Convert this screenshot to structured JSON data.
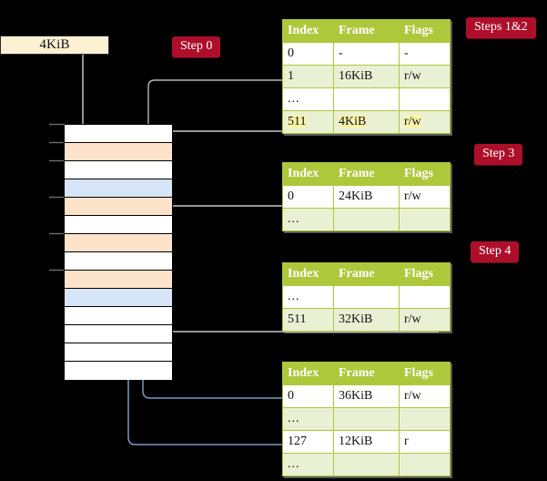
{
  "source_box": {
    "label": "4KiB"
  },
  "badges": [
    {
      "name": "step-0",
      "label": "Step 0"
    },
    {
      "name": "steps-1-2",
      "label": "Steps 1&2"
    },
    {
      "name": "step-3",
      "label": "Step 3"
    },
    {
      "name": "step-4",
      "label": "Step 4"
    }
  ],
  "colors": {
    "badge_bg": "#ad0f2b",
    "table_header_bg": "#aec83c",
    "table_row_tint": "#eaf0d4",
    "highlight": "#faf5aa",
    "memory_orange": "#fde3ca",
    "memory_blue": "#d6e5f7",
    "source_box_bg": "#fdf1d4",
    "wire_gray": "#b0b0b0",
    "wire_blue": "#8095c0",
    "background": "#000000"
  },
  "memory_column": {
    "name": "physical-memory-column",
    "rows": [
      {
        "fill": "white"
      },
      {
        "fill": "orange"
      },
      {
        "fill": "white"
      },
      {
        "fill": "blue"
      },
      {
        "fill": "orange"
      },
      {
        "fill": "white"
      },
      {
        "fill": "orange"
      },
      {
        "fill": "white"
      },
      {
        "fill": "orange"
      },
      {
        "fill": "blue"
      },
      {
        "fill": "white"
      },
      {
        "fill": "white"
      },
      {
        "fill": "white"
      },
      {
        "fill": "white"
      }
    ]
  },
  "tables": [
    {
      "name": "page-table-level-1",
      "columns": [
        "Index",
        "Frame",
        "Flags"
      ],
      "rows": [
        {
          "tint": false,
          "highlight": false,
          "cells": [
            "0",
            "-",
            "-"
          ]
        },
        {
          "tint": true,
          "highlight": false,
          "cells": [
            "1",
            "16KiB",
            "r/w"
          ]
        },
        {
          "tint": false,
          "highlight": false,
          "cells": [
            "...",
            "",
            ""
          ]
        },
        {
          "tint": true,
          "highlight": true,
          "cells": [
            "511",
            "4KiB",
            "r/w"
          ]
        }
      ]
    },
    {
      "name": "page-table-level-2",
      "columns": [
        "Index",
        "Frame",
        "Flags"
      ],
      "rows": [
        {
          "tint": false,
          "highlight": false,
          "cells": [
            "0",
            "24KiB",
            "r/w"
          ]
        },
        {
          "tint": true,
          "highlight": false,
          "cells": [
            "...",
            "",
            ""
          ]
        }
      ]
    },
    {
      "name": "page-table-level-3",
      "columns": [
        "Index",
        "Frame",
        "Flags"
      ],
      "rows": [
        {
          "tint": false,
          "highlight": false,
          "cells": [
            "...",
            "",
            ""
          ]
        },
        {
          "tint": true,
          "highlight": false,
          "cells": [
            "511",
            "32KiB",
            "r/w"
          ]
        }
      ]
    },
    {
      "name": "page-table-level-4",
      "columns": [
        "Index",
        "Frame",
        "Flags"
      ],
      "rows": [
        {
          "tint": false,
          "highlight": false,
          "cells": [
            "0",
            "36KiB",
            "r/w"
          ]
        },
        {
          "tint": true,
          "highlight": false,
          "cells": [
            "...",
            "",
            ""
          ]
        },
        {
          "tint": false,
          "highlight": false,
          "cells": [
            "127",
            "12KiB",
            "r"
          ]
        },
        {
          "tint": true,
          "highlight": false,
          "cells": [
            "...",
            "",
            ""
          ]
        }
      ]
    }
  ]
}
